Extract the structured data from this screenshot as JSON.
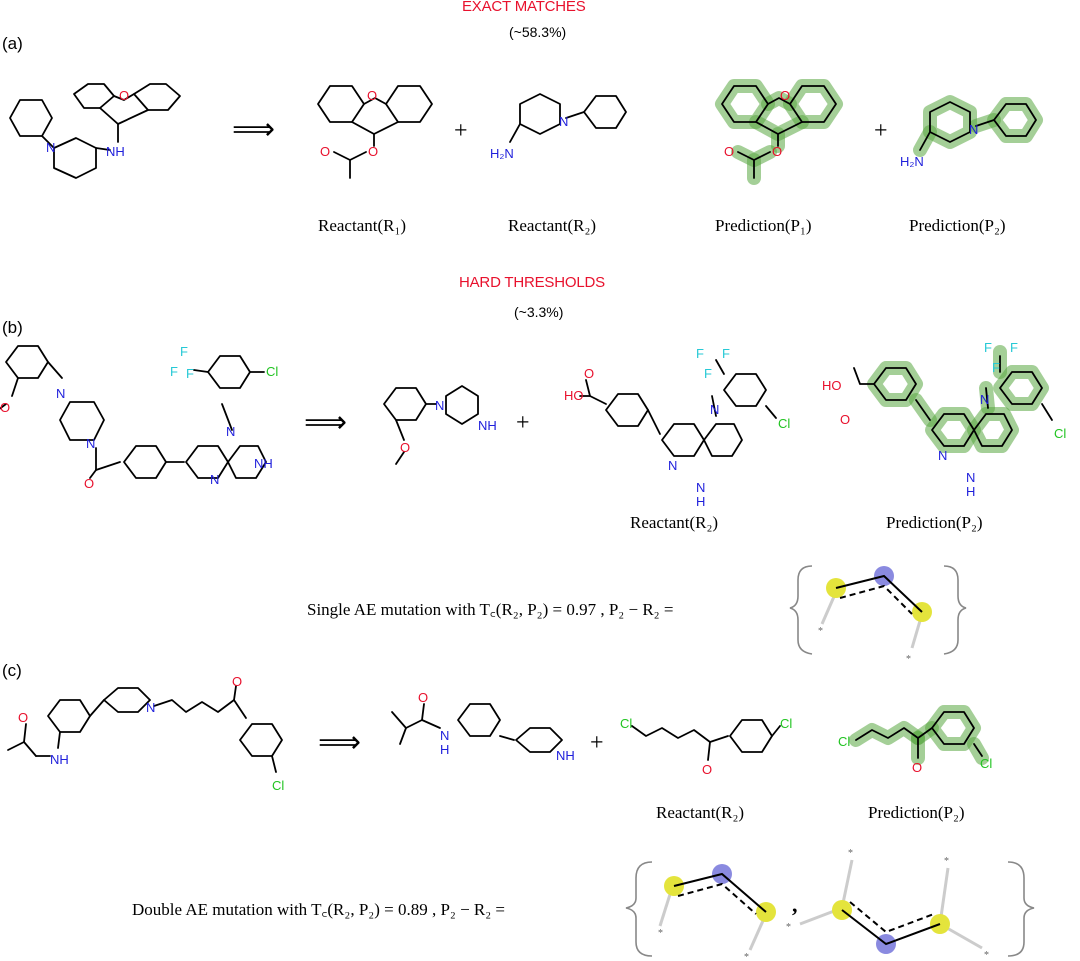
{
  "sections": {
    "exact": {
      "title": "EXACT MATCHES",
      "percent": "(~58.3%)",
      "panel": "(a)"
    },
    "hard": {
      "title": "HARD THRESHOLDS",
      "percent": "(~3.3%)",
      "panel": "(b)"
    },
    "panel_c": "(c)"
  },
  "arrow_symbol": "⟹",
  "plus_symbol": "+",
  "captions": {
    "a_r1": "Reactant(R₁)",
    "a_r2": "Reactant(R₂)",
    "a_p1": "Prediction(P₁)",
    "a_p2": "Prediction(P₂)",
    "b_r2": "Reactant(R₂)",
    "b_p2": "Prediction(P₂)",
    "c_r2": "Reactant(R₂)",
    "c_p2": "Prediction(P₂)"
  },
  "equations": {
    "single": "Single AE mutation with T꜀(R₂, P₂) = 0.97 , P₂ − R₂ =",
    "double": "Double AE mutation with T꜀(R₂, P₂) = 0.89 , P₂ − R₂ ="
  },
  "atoms": {
    "O": "O",
    "N": "N",
    "NH": "NH",
    "H2N": "H₂N",
    "HO": "HO",
    "Cl": "Cl",
    "F": "F",
    "H": "H",
    "star": "*"
  },
  "colors": {
    "title_red": "#e8112d",
    "nitrogen": "#1f1fdb",
    "oxygen": "#e8112d",
    "chlorine": "#22c422",
    "fluorine": "#26c9d6",
    "glow": "#5aa842",
    "yellow_atom": "#e4e43c",
    "purple_atom": "#8a8ae0"
  }
}
